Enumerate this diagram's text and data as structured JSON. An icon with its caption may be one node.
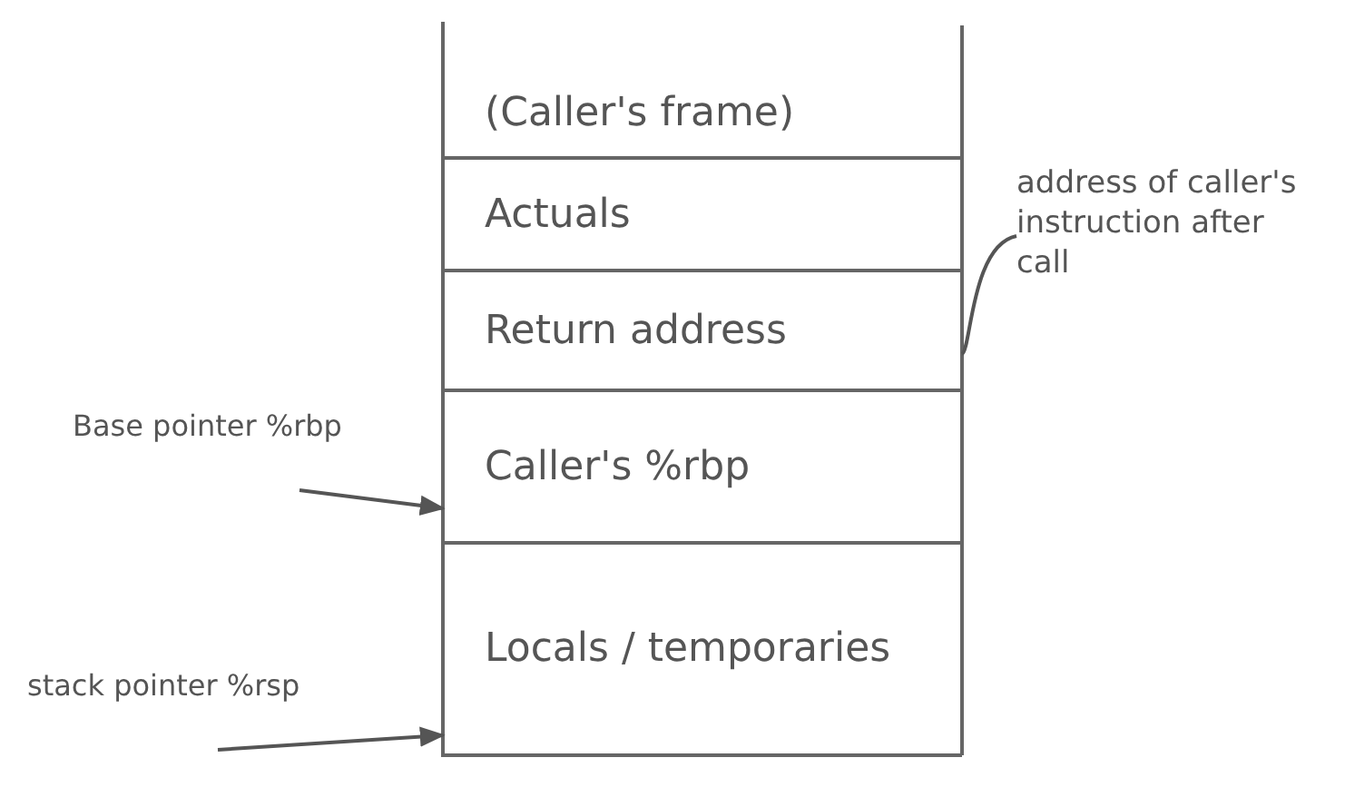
{
  "diagram": {
    "nodes": [
      {
        "text": [
          "(Caller's frame)"
        ]
      },
      {
        "text": [
          "Actuals"
        ]
      },
      {
        "text": [
          "Return address"
        ]
      },
      {
        "text": [
          "Caller's %rbp"
        ]
      },
      {
        "text": [
          "Locals / temporaries"
        ]
      },
      {
        "text": [
          "address of caller's instruction after call"
        ]
      },
      {
        "text": [
          "Base pointer %rbp"
        ]
      },
      {
        "text": [
          "stack pointer %rsp"
        ]
      }
    ],
    "edges": [
      {
        "from": 5,
        "to": 2,
        "arrow": "none"
      },
      {
        "from": 6,
        "to": 3,
        "arrow": "to"
      },
      {
        "from": 7,
        "to": 4,
        "arrow": "to"
      }
    ]
  }
}
